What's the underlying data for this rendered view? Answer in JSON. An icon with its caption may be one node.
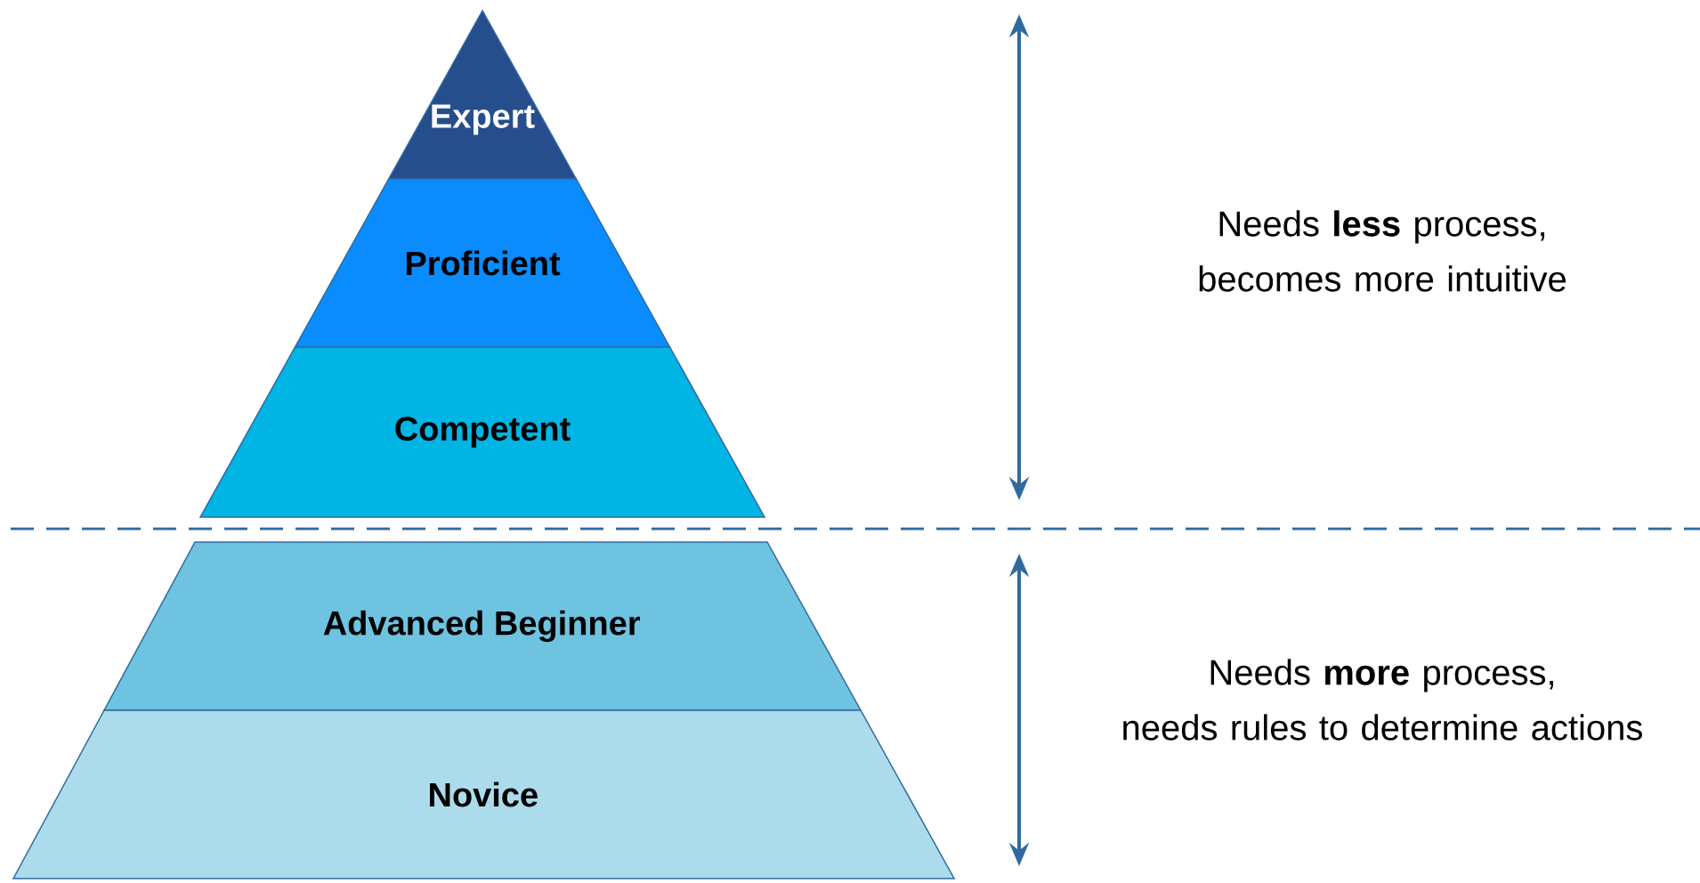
{
  "diagram": {
    "nodes": [
      {
        "text": [
          "Expert"
        ]
      },
      {
        "text": [
          "Proficient"
        ]
      },
      {
        "text": [
          "Competent"
        ]
      },
      {
        "text": [
          "Advanced Beginner"
        ]
      },
      {
        "text": [
          "Novice"
        ]
      }
    ],
    "labels": [
      "Needs **less** process, becomes more intuitive",
      "Needs **more** process, needs rules to determine actions"
    ]
  }
}
